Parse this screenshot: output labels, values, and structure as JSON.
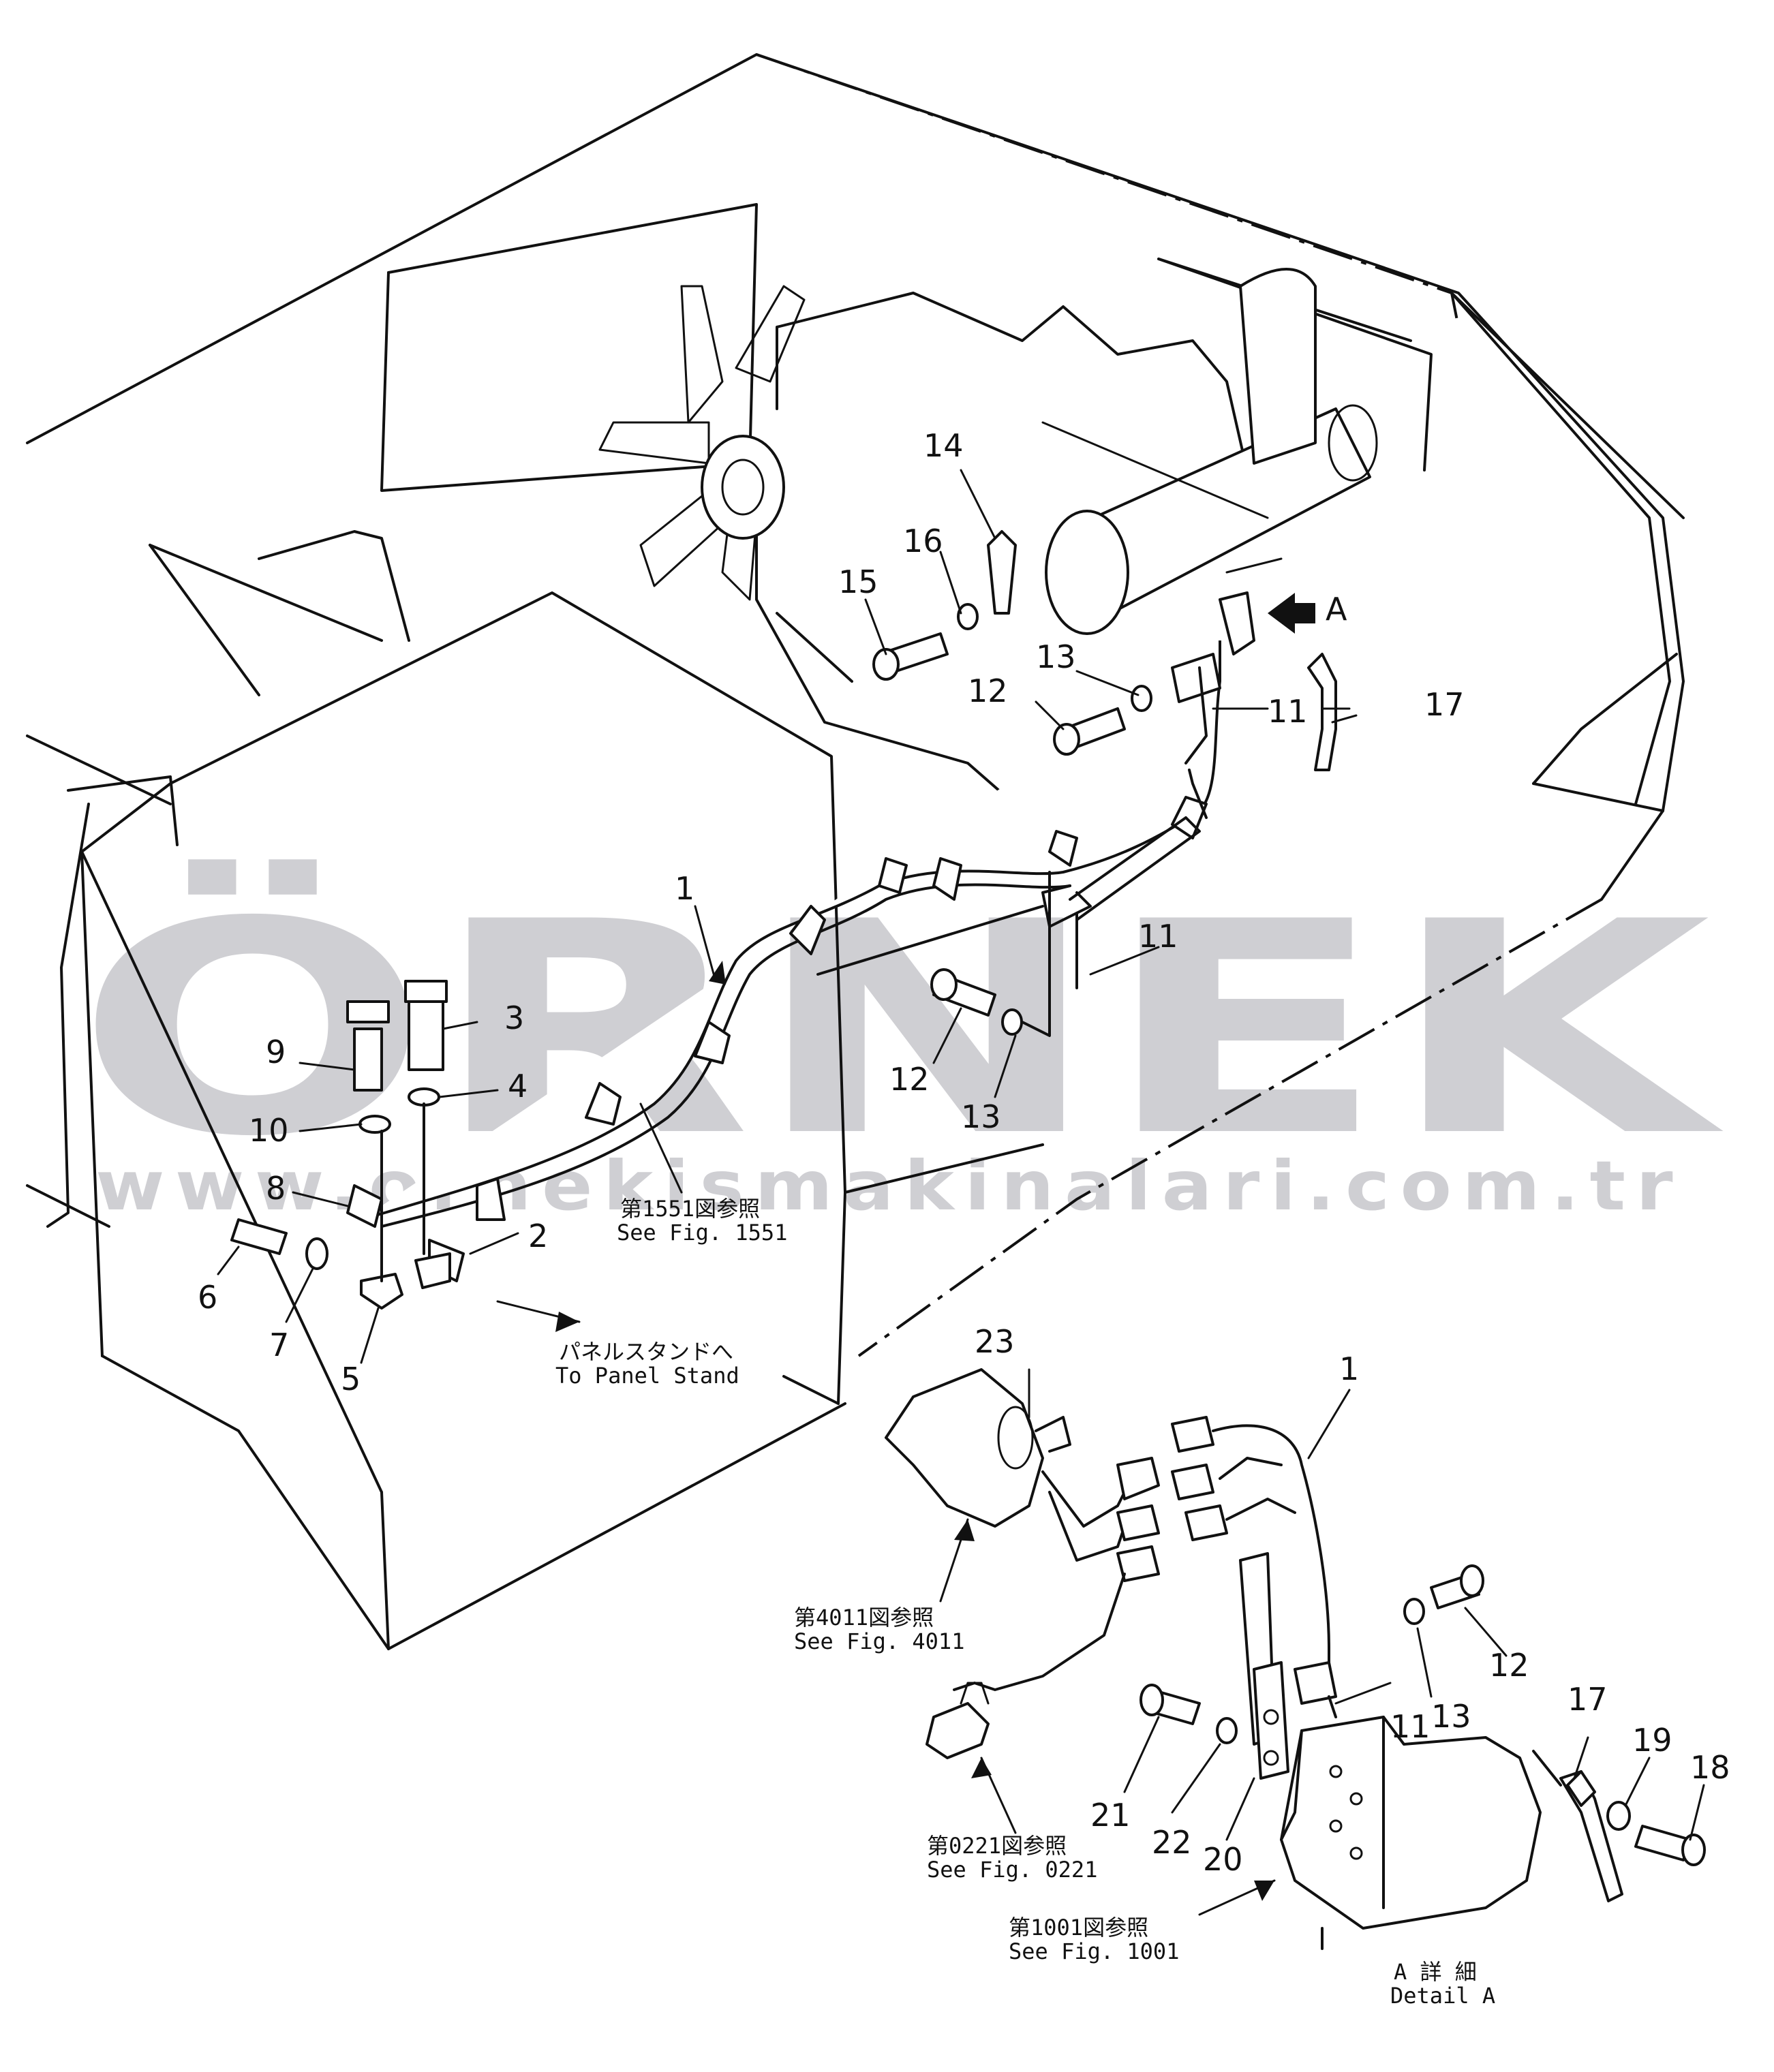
{
  "watermark": {
    "brand": "ÖRNEK",
    "url": "www.ornekismakinalari.com.tr",
    "accent_color": "#f2c94c",
    "color": "#cfcfd3"
  },
  "callouts": {
    "c1a": "1",
    "c1b": "1",
    "c2": "2",
    "c3": "3",
    "c4": "4",
    "c5": "5",
    "c6": "6",
    "c7": "7",
    "c8": "8",
    "c9": "9",
    "c10": "10",
    "c11a": "11",
    "c11b": "11",
    "c11c": "11",
    "c12a": "12",
    "c12b": "12",
    "c12c": "12",
    "c13a": "13",
    "c13b": "13",
    "c13c": "13",
    "c14": "14",
    "c15": "15",
    "c16": "16",
    "c17a": "17",
    "c17b": "17",
    "c18": "18",
    "c19": "19",
    "c20": "20",
    "c21": "21",
    "c22": "22",
    "c23": "23",
    "view_a": "A"
  },
  "references": {
    "fig1551_jp": "第1551図参照",
    "fig1551_en": "See Fig. 1551",
    "panel_jp": "パネルスタンドへ",
    "panel_en": "To Panel Stand",
    "fig4011_jp": "第4011図参照",
    "fig4011_en": "See Fig. 4011",
    "fig0221_jp": "第0221図参照",
    "fig0221_en": "See Fig. 0221",
    "fig1001_jp": "第1001図参照",
    "fig1001_en": "See Fig. 1001",
    "detail_jp": "A 詳 細",
    "detail_en": "Detail A"
  }
}
